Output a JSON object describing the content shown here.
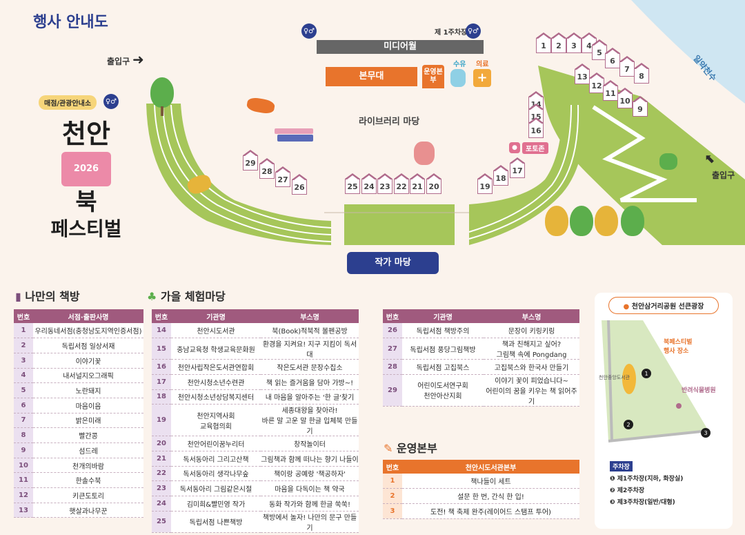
{
  "page": {
    "title": "행사 안내도"
  },
  "map": {
    "media_wall": "미디어월",
    "entrance": "출입구",
    "entrance_right": "출입구",
    "parking1": "제 1주차장",
    "info_center": "매점/관광안내소",
    "main_desk": "본무대",
    "hq": "운영본부",
    "nursing": "수유",
    "medical": "의료",
    "library_yard": "라이브러리 마당",
    "photo_zone": "포토존",
    "author_yard": "작가 마당",
    "river": "일약천수",
    "booths_top": [
      "1",
      "2",
      "3",
      "4",
      "5",
      "6",
      "7",
      "8"
    ],
    "booths_mid": [
      "13",
      "12",
      "11",
      "10",
      "9"
    ],
    "booths_col": [
      "14",
      "15",
      "16"
    ],
    "booths_left": [
      "29",
      "28",
      "27",
      "26"
    ],
    "booths_center": [
      "25",
      "24",
      "23",
      "22",
      "21",
      "20"
    ],
    "booths_right": [
      "19",
      "18",
      "17"
    ]
  },
  "festival": {
    "line1": "천안",
    "year": "2026",
    "line2": "북",
    "line3": "페스티벌"
  },
  "my_bookroom": {
    "title": "나만의 책방",
    "headers": [
      "번호",
      "서점·출판사명"
    ],
    "rows": [
      [
        "1",
        "우리동네서점(충청남도지역인증서점)"
      ],
      [
        "2",
        "독립서점 일상서재"
      ],
      [
        "3",
        "이야기꽃"
      ],
      [
        "4",
        "내서널지오그래픽"
      ],
      [
        "5",
        "노란돼지"
      ],
      [
        "6",
        "마음이음"
      ],
      [
        "7",
        "밝은미래"
      ],
      [
        "8",
        "빨간콩"
      ],
      [
        "9",
        "섬드레"
      ],
      [
        "10",
        "천개의바람"
      ],
      [
        "11",
        "한솔수북"
      ],
      [
        "12",
        "키큰도토리"
      ],
      [
        "13",
        "햇살과나무꾼"
      ]
    ]
  },
  "autumn": {
    "title": "가을 체험마당",
    "headers": [
      "번호",
      "기관명",
      "부스명"
    ],
    "rows": [
      [
        "14",
        "천안시도서관",
        "북(Book)적북적 볼펜공방"
      ],
      [
        "15",
        "충남교육청 학생교육문화원",
        "환경을 지켜요! 지구 지킴이 독서대"
      ],
      [
        "16",
        "천안사립작은도서관연합회",
        "작은도서관 문장수집소"
      ],
      [
        "17",
        "천안시청소년수련관",
        "책 읽는 즐거움을 담아 가방~!"
      ],
      [
        "18",
        "천안시청소년상담복지센터",
        "내 마음을 알아주는 '한 글'찾기"
      ],
      [
        "19",
        "천안지역사회\n교육협의회",
        "세종대왕을 찾아라!\n바른 말 고운 말 한글 입체북 만들기"
      ],
      [
        "20",
        "천안어린이꿈누리터",
        "창작놀이터"
      ],
      [
        "21",
        "독서동아리 그리고산책",
        "그림책과 함께 떠나는 향기 나들이"
      ],
      [
        "22",
        "독서동아리 생각나무숲",
        "책이랑 공예랑 '책공하자'"
      ],
      [
        "23",
        "독서동아리 그림같은시절",
        "마음을 다독이는 책 약국"
      ],
      [
        "24",
        "김미희&빨민영 작가",
        "동화 작가와 함께 한글 쑥쑥!"
      ],
      [
        "25",
        "독립서점 나쁜책방",
        "책방에서 놀자! 나만의 문구 만들기"
      ]
    ],
    "rows2": [
      [
        "26",
        "독립서점 책방주의",
        "문장이 키링키링"
      ],
      [
        "27",
        "독립서점 풍당그림책방",
        "책과 친해지고 싶어?\n그림책 속에 Pongdang"
      ],
      [
        "28",
        "독립서점 고집북스",
        "고집북스와 한국사 만들기"
      ],
      [
        "29",
        "어린이도서연구회\n천안아산지회",
        "이야기 꽃이 피었습니다~\n어린이의 꿈을 키우는 책 읽어주기"
      ]
    ]
  },
  "hq_section": {
    "title": "운영본부",
    "headers": [
      "번호",
      "천안시도서관본부"
    ],
    "rows": [
      [
        "1",
        "책나들이 세트"
      ],
      [
        "2",
        "설문 한 번, 간식 한 입!"
      ],
      [
        "3",
        "도전! 책 축제 완주(레이어드 스탬프 투어)"
      ]
    ]
  },
  "location": {
    "title": "천안삼거리공원 선큰광장",
    "venue": "북페스티벌\n행사 장소",
    "hospital": "반려식물병원",
    "library": "천안중앙도서관",
    "parking_title": "주차장",
    "parking": [
      "제1주차장(지하, 화장실)",
      "제2주차장",
      "제3주차장(일반/대형)"
    ],
    "markers": [
      "1",
      "2",
      "3"
    ]
  },
  "colors": {
    "navy": "#2c3f8f",
    "plum": "#a05a7e",
    "orange": "#e8742c",
    "grass": "#a6c65a"
  }
}
